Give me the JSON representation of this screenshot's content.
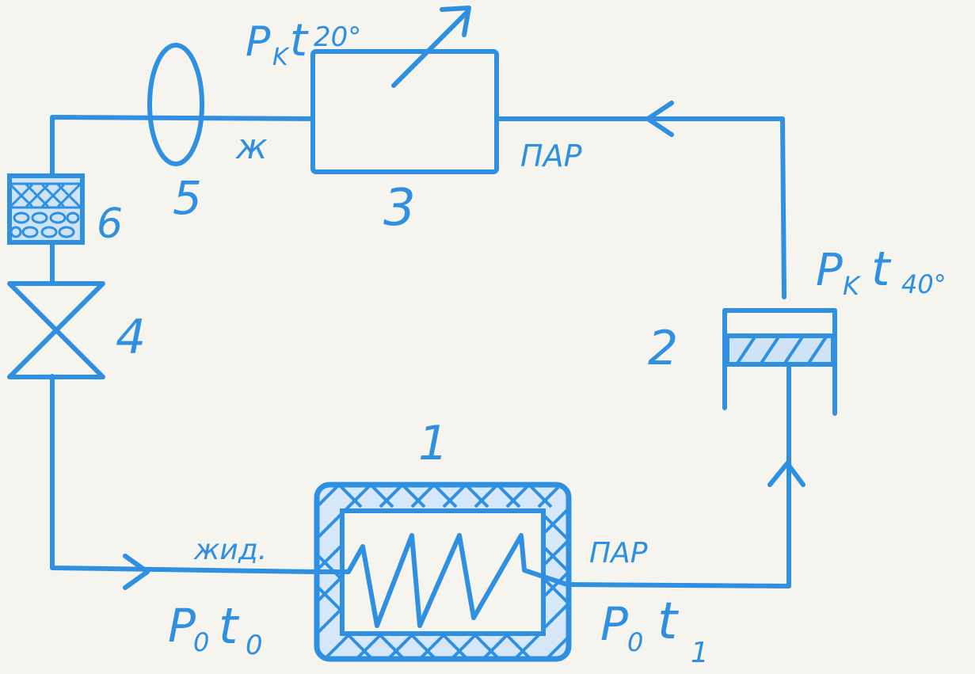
{
  "diagram": {
    "labels": {
      "top_left_state": "PKt20°",
      "top_left_state_parts": {
        "p": "P",
        "p_sub": "K",
        "t": "t",
        "temp": "20°"
      },
      "right_state_parts": {
        "p": "P",
        "p_sub": "K",
        "t": "t",
        "temp": "40°"
      },
      "bottom_left_state_parts": {
        "p": "P",
        "p_sub": "0",
        "t": "t",
        "t_sub": "0"
      },
      "bottom_right_state_parts": {
        "p": "P",
        "p_sub": "0",
        "t": "t",
        "t_sub": "1"
      },
      "vapor_top": "ПAP",
      "vapor_bottom": "ПAP",
      "liquid_top": "ж",
      "liquid_bottom": "жид."
    },
    "components": {
      "evaporator": "1",
      "compressor": "2",
      "condenser": "3",
      "expansion_valve": "4",
      "receiver": "5",
      "filter_drier": "6"
    },
    "colors": {
      "ink": "#2f8fe0",
      "paper": "#f5f4ef"
    }
  }
}
